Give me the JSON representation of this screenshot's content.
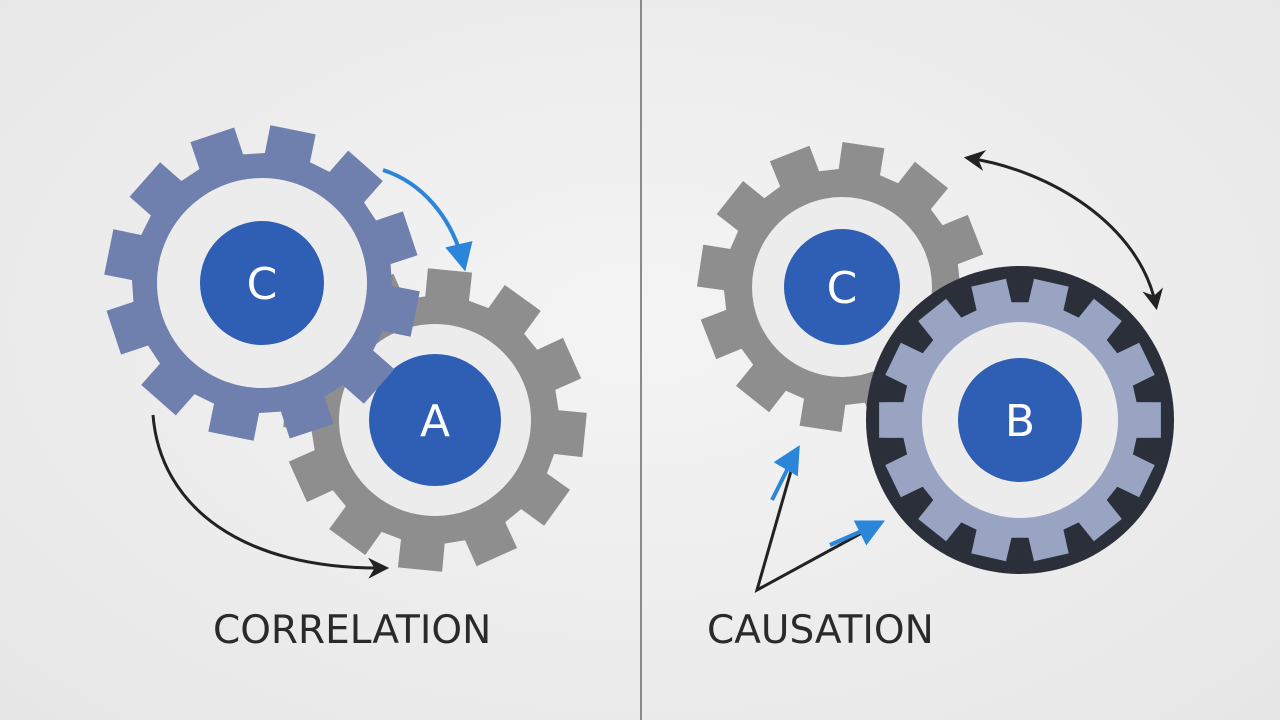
{
  "left_panel": {
    "caption": "CORRELATION",
    "gear_c": {
      "label": "C"
    },
    "gear_a": {
      "label": "A"
    }
  },
  "right_panel": {
    "caption": "CAUSATION",
    "gear_c": {
      "label": "C"
    },
    "gear_b": {
      "label": "B"
    }
  },
  "colors": {
    "background": "#ededed",
    "gear_slate_blue": "#6f7fae",
    "gear_gray": "#8e8e8e",
    "gear_light_steel": "#98a4c2",
    "gear_dark_rim": "#2a2f3a",
    "hub_white": "#ececec",
    "center_blue": "#2f5eb5",
    "arrow_blue": "#2b86d9",
    "arrow_dark": "#222222",
    "text": "#2a2a2a"
  }
}
